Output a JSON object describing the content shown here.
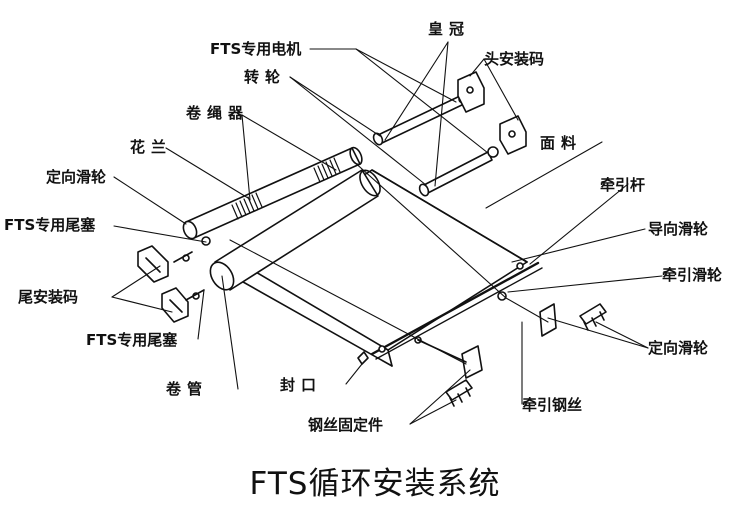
{
  "title": "FTS循环安装系统",
  "labels": {
    "fts_motor": "FTS专用电机",
    "crown": "皇冠",
    "head_bracket": "头安装码",
    "pulley_wheel": "转轮",
    "rope_winder": "卷绳器",
    "fabric": "面料",
    "flange": "花兰",
    "traction_bar": "牵引杆",
    "fixed_pulley_left": "定向滑轮",
    "guide_pulley": "导向滑轮",
    "fts_end_plug_top": "FTS专用尾塞",
    "traction_pulley": "牵引滑轮",
    "tail_bracket": "尾安装码",
    "fixed_pulley_right": "定向滑轮",
    "fts_end_plug_bottom": "FTS专用尾塞",
    "roller_tube": "卷管",
    "seal": "封口",
    "wire_fixer": "钢丝固定件",
    "traction_wire": "牵引钢丝"
  },
  "colors": {
    "line": "#111111",
    "fill": "#ffffff",
    "shade": "#d9d9d9"
  }
}
